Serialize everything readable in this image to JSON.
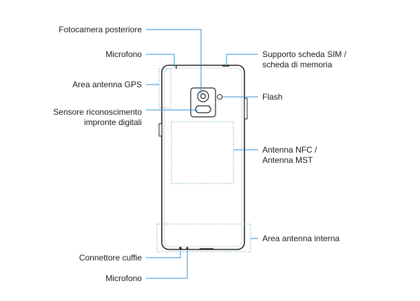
{
  "labels": {
    "fotocamera": "Fotocamera posteriore",
    "microfono_top": "Microfono",
    "gps": "Area antenna GPS",
    "sensore_1": "Sensore riconoscimento",
    "sensore_2": "impronte digitali",
    "sim_1": "Supporto scheda SIM /",
    "sim_2": "scheda di memoria",
    "flash": "Flash",
    "nfc_1": "Antenna NFC /",
    "nfc_2": "Antenna MST",
    "interna": "Area antenna interna",
    "cuffie": "Connettore cuffie",
    "microfono_bottom": "Microfono"
  },
  "colors": {
    "leader": "#2a8fd0",
    "dotted": "#6fa8c8",
    "outline": "#222222",
    "text": "#1a1a1a"
  }
}
